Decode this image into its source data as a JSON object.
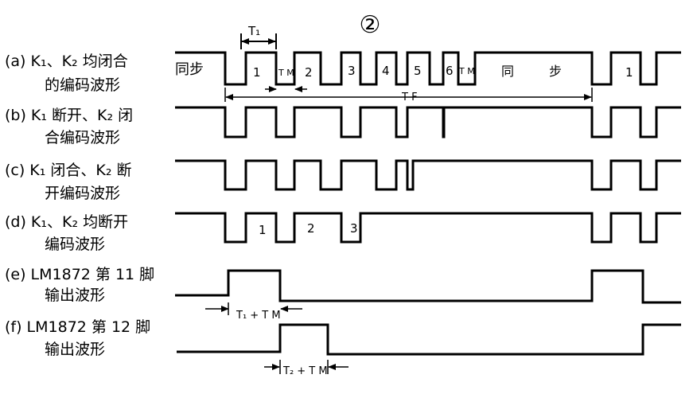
{
  "figure": {
    "number": "②",
    "rows": [
      {
        "id": "a",
        "line1": "(a) K₁、K₂ 均闭合",
        "line2": "的编码波形"
      },
      {
        "id": "b",
        "line1": "(b) K₁ 断开、K₂ 闭",
        "line2": "合编码波形"
      },
      {
        "id": "c",
        "line1": "(c) K₁ 闭合、K₂ 断",
        "line2": "开编码波形"
      },
      {
        "id": "d",
        "line1": "(d) K₁、K₂ 均断开",
        "line2": "编码波形"
      },
      {
        "id": "e",
        "line1": "(e) LM1872 第 11 脚",
        "line2": "输出波形"
      },
      {
        "id": "f",
        "line1": "(f) LM1872 第 12 脚",
        "line2": "输出波形"
      }
    ],
    "annotations": {
      "sync_left": "同步",
      "sync_mid": "同",
      "sync_mid2": "步",
      "pulse_nums_a": [
        "1",
        "2",
        "3",
        "4",
        "5",
        "6"
      ],
      "pulse_num_a_end": "1",
      "pulse_nums_d": [
        "1",
        "2",
        "3"
      ],
      "tm1": "T M",
      "tm2": "T M",
      "t1": "T₁",
      "tf": "T F",
      "t1_tm": "T₁ + T M",
      "t2_tm": "T₂ + T M"
    }
  }
}
